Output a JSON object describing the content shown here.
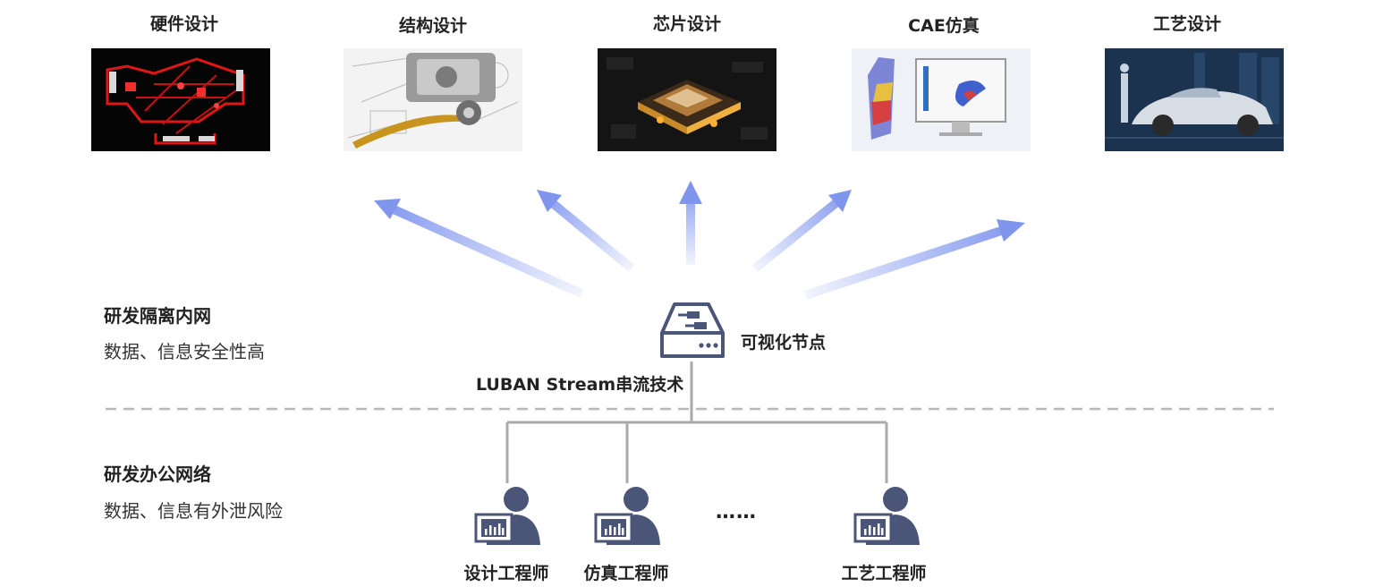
{
  "categories": [
    {
      "label": "硬件设计"
    },
    {
      "label": "结构设计"
    },
    {
      "label": "芯片设计"
    },
    {
      "label": "CAE仿真"
    },
    {
      "label": "工艺设计"
    }
  ],
  "zones": {
    "internal": {
      "title": "研发隔离内网",
      "desc": "数据、信息安全性高"
    },
    "office": {
      "title": "研发办公网络",
      "desc": "数据、信息有外泄风险"
    }
  },
  "node": {
    "label": "可视化节点"
  },
  "stream": {
    "label": "LUBAN Stream串流技术"
  },
  "engineers": [
    {
      "label": "设计工程师"
    },
    {
      "label": "仿真工程师"
    },
    {
      "label": "工艺工程师"
    }
  ],
  "ellipsis": "……",
  "colors": {
    "arrow": "#7f95ee",
    "line": "#aaaaaa",
    "icon": "#4a5578",
    "divider": "#b8b8b8"
  }
}
